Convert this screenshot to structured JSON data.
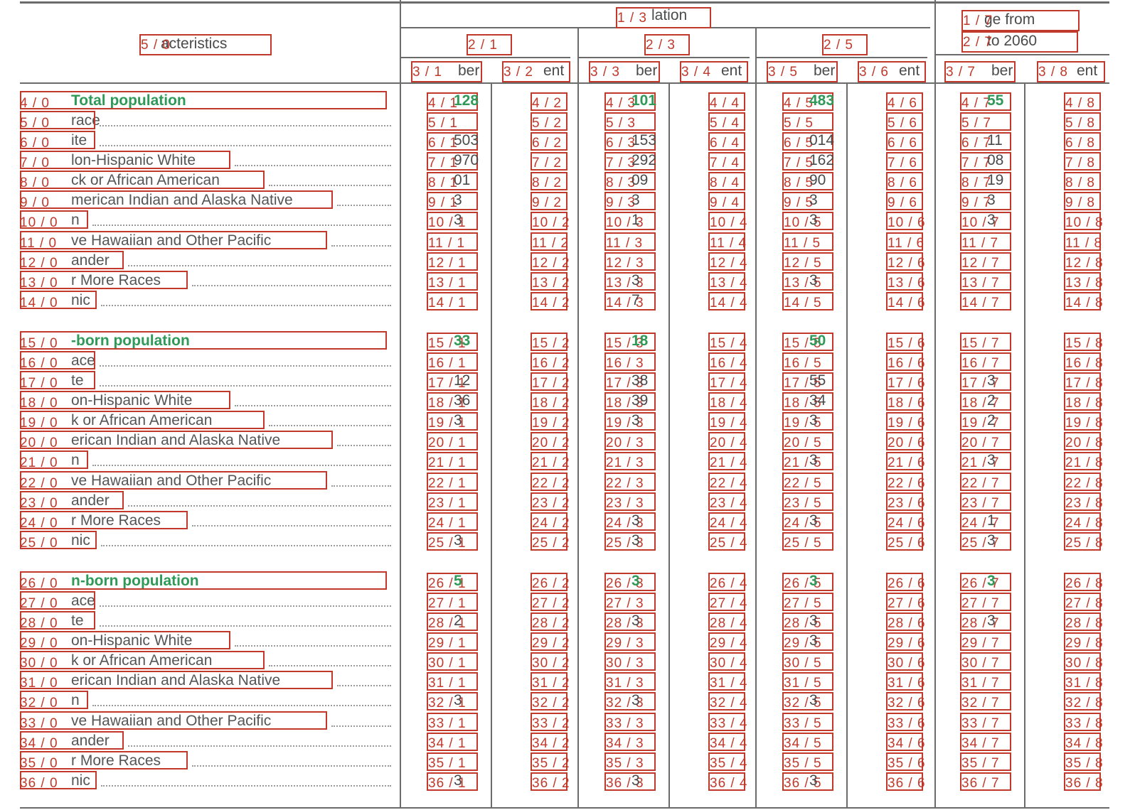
{
  "header": {
    "characteristics": "acteristics",
    "population": "lation",
    "change_line1": "ge from",
    "change_line2": "to 2060",
    "year1": "",
    "year2": "",
    "year3": "",
    "sub_number_1": "ber",
    "sub_percent_1": "ent",
    "sub_number_2": "ber",
    "sub_percent_2": "ent",
    "sub_number_3": "ber",
    "sub_percent_3": "ent",
    "sub_number_4": "ber",
    "sub_percent_4": "ent"
  },
  "rows": [
    {
      "label": "Total population",
      "total": true,
      "cells": [
        "128",
        "",
        "101",
        "",
        "483",
        "",
        "55",
        ""
      ]
    },
    {
      "label": "race",
      "total": false,
      "cells": [
        "",
        "",
        "",
        "",
        "",
        "",
        "",
        ""
      ]
    },
    {
      "label": "ite",
      "total": false,
      "cells": [
        "503",
        "",
        "153",
        "",
        "014",
        "",
        "11",
        ""
      ]
    },
    {
      "label": "lon-Hispanic White",
      "total": false,
      "cells": [
        "970",
        "",
        "292",
        "",
        "162",
        "",
        "08",
        ""
      ]
    },
    {
      "label": "ck or African American",
      "total": false,
      "cells": [
        "01",
        "",
        "09",
        "",
        "90",
        "",
        "19",
        ""
      ]
    },
    {
      "label": "merican Indian and Alaska Native",
      "total": false,
      "cells": [
        "3",
        "",
        "3",
        "",
        "3",
        "",
        "3",
        ""
      ]
    },
    {
      "label": "n",
      "total": false,
      "cells": [
        "3",
        "",
        "1",
        "",
        "3",
        "",
        "3",
        ""
      ]
    },
    {
      "label": "ve Hawaiian and Other Pacific",
      "total": false,
      "cells": [
        "",
        "",
        "",
        "",
        "",
        "",
        "",
        ""
      ]
    },
    {
      "label": "ander",
      "total": false,
      "cells": [
        "",
        "",
        "",
        "",
        "",
        "",
        "",
        ""
      ]
    },
    {
      "label": "r More Races",
      "total": false,
      "cells": [
        "",
        "",
        "3",
        "",
        "3",
        "",
        "",
        ""
      ]
    },
    {
      "label": "nic",
      "total": false,
      "cells": [
        "",
        "",
        "7",
        "",
        "",
        "",
        "",
        ""
      ]
    },
    {
      "label": "-born population",
      "total": true,
      "cells": [
        "33",
        "",
        "18",
        "",
        "50",
        "",
        "",
        ""
      ]
    },
    {
      "label": "ace",
      "total": false,
      "cells": [
        "",
        "",
        "",
        "",
        "",
        "",
        "",
        ""
      ]
    },
    {
      "label": "te",
      "total": false,
      "cells": [
        "12",
        "",
        "38",
        "",
        "55",
        "",
        "3",
        ""
      ]
    },
    {
      "label": "on-Hispanic White",
      "total": false,
      "cells": [
        "36",
        "",
        "39",
        "",
        "34",
        "",
        "2",
        ""
      ]
    },
    {
      "label": "k or African American",
      "total": false,
      "cells": [
        "3",
        "",
        "3",
        "",
        "3",
        "",
        "2",
        ""
      ]
    },
    {
      "label": "erican Indian and Alaska Native",
      "total": false,
      "cells": [
        "",
        "",
        "",
        "",
        "",
        "",
        "",
        ""
      ]
    },
    {
      "label": "n",
      "total": false,
      "cells": [
        "",
        "",
        "",
        "",
        "3",
        "",
        "3",
        ""
      ]
    },
    {
      "label": "ve Hawaiian and Other Pacific",
      "total": false,
      "cells": [
        "",
        "",
        "",
        "",
        "",
        "",
        "",
        ""
      ]
    },
    {
      "label": "ander",
      "total": false,
      "cells": [
        "",
        "",
        "",
        "",
        "",
        "",
        "",
        ""
      ]
    },
    {
      "label": "r More Races",
      "total": false,
      "cells": [
        "",
        "",
        "3",
        "",
        "3",
        "",
        "1",
        ""
      ]
    },
    {
      "label": "nic",
      "total": false,
      "cells": [
        "3",
        "",
        "3",
        "",
        "",
        "",
        "3",
        ""
      ]
    },
    {
      "label": "n-born population",
      "total": true,
      "cells": [
        "5",
        "",
        "3",
        "",
        "3",
        "",
        "3",
        ""
      ]
    },
    {
      "label": "ace",
      "total": false,
      "cells": [
        "",
        "",
        "",
        "",
        "",
        "",
        "",
        ""
      ]
    },
    {
      "label": "te",
      "total": false,
      "cells": [
        "2",
        "",
        "3",
        "",
        "3",
        "",
        "3",
        ""
      ]
    },
    {
      "label": "on-Hispanic White",
      "total": false,
      "cells": [
        "",
        "",
        "",
        "",
        "3",
        "",
        "",
        ""
      ]
    },
    {
      "label": "k or African American",
      "total": false,
      "cells": [
        "",
        "",
        "",
        "",
        "",
        "",
        "",
        ""
      ]
    },
    {
      "label": "erican Indian and Alaska Native",
      "total": false,
      "cells": [
        "",
        "",
        "",
        "",
        "",
        "",
        "",
        ""
      ]
    },
    {
      "label": "n",
      "total": false,
      "cells": [
        "3",
        "",
        "3",
        "",
        "3",
        "",
        "",
        ""
      ]
    },
    {
      "label": "ve Hawaiian and Other Pacific",
      "total": false,
      "cells": [
        "",
        "",
        "",
        "",
        "",
        "",
        "",
        ""
      ]
    },
    {
      "label": "ander",
      "total": false,
      "cells": [
        "",
        "",
        "",
        "",
        "",
        "",
        "",
        ""
      ]
    },
    {
      "label": "r More Races",
      "total": false,
      "cells": [
        "",
        "",
        "",
        "",
        "",
        "",
        "",
        ""
      ]
    },
    {
      "label": "nic",
      "total": false,
      "cells": [
        "3",
        "",
        "3",
        "",
        "3",
        "",
        "",
        ""
      ]
    }
  ],
  "colors": {
    "annotation": "#c0392b",
    "total_green": "#2f9a57",
    "text": "#555555",
    "rule": "#6b6b6b"
  }
}
